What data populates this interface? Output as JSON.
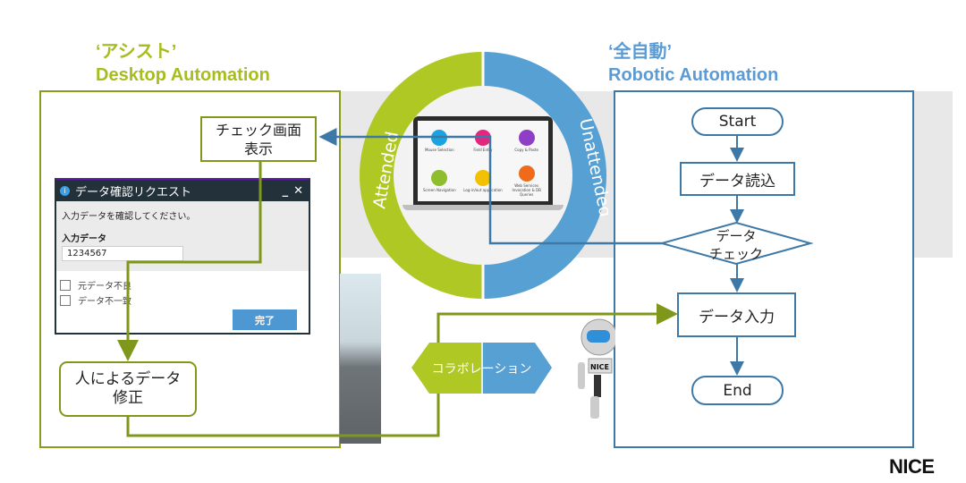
{
  "left_title": {
    "line1": "‘アシスト’",
    "line2": "Desktop Automation"
  },
  "right_title": {
    "line1": "‘全自動’",
    "line2": "Robotic Automation"
  },
  "circle": {
    "left_label": "Attended",
    "right_label": "Unattended",
    "left_color": "#b0c823",
    "right_color": "#57a0d3",
    "laptop_tiles": [
      {
        "label": "Mouse Selection",
        "color": "#1aa3e0"
      },
      {
        "label": "Field Entry",
        "color": "#e6267e"
      },
      {
        "label": "Copy & Paste",
        "color": "#8f3fc6"
      },
      {
        "label": "Screen Navigation",
        "color": "#8ebd2d"
      },
      {
        "label": "Log-in/out application",
        "color": "#f2c200"
      },
      {
        "label": "Web Services Invocation & DB Queries",
        "color": "#ef6a1a"
      }
    ]
  },
  "left_flow": {
    "check_screen": "チェック画面\n表示",
    "human_fix": "人によるデータ\n修正"
  },
  "dialog": {
    "title": "データ確認リクエスト",
    "message": "入力データを確認してください。",
    "field_label": "入力データ",
    "field_value": "1234567",
    "checkboxes": [
      "元データ不良",
      "データ不一致"
    ],
    "ok_button": "完了"
  },
  "collaboration": "コラボレーション",
  "right_flow": {
    "start": "Start",
    "read": "データ読込",
    "check": "データ\nチェック",
    "input": "データ入力",
    "end": "End"
  },
  "logo": "NICE"
}
